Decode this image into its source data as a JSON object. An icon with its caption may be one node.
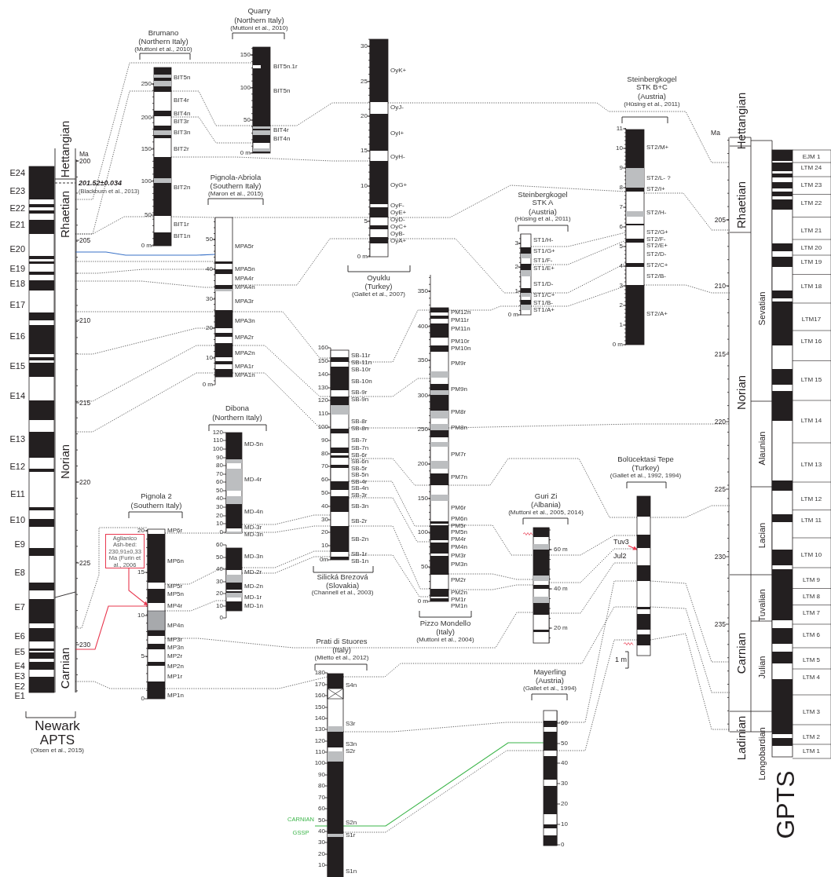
{
  "diagram": {
    "nodes": [
      {
        "text": [
          "Newark APTS",
          "(Olsen et al., 2015)"
        ]
      },
      {
        "text": [
          "Brumano",
          "(Northern Italy)",
          "(Muttoni et al., 2010)"
        ]
      },
      {
        "text": [
          "Quarry",
          "(Northern Italy)",
          "(Muttoni et al., 2010)"
        ]
      },
      {
        "text": [
          "Oyuklu",
          "(Turkey)",
          "(Gallet et al., 2007)"
        ]
      },
      {
        "text": [
          "Pignola-Abriola",
          "(Southern Italy)",
          "(Maron et al., 2015)"
        ]
      },
      {
        "text": [
          "Dibona",
          "(Northern Italy)"
        ]
      },
      {
        "text": [],
        "shape": "bar"
      },
      {
        "text": [
          "Pignola 2",
          "(Southern Italy)"
        ]
      },
      {
        "text": [
          "Silická Brezová",
          "(Slovakia)",
          "(Channell et al., 2003)"
        ]
      },
      {
        "text": [
          "Pizzo Mondello",
          "(Italy)",
          "(Muttoni et al., 2004)"
        ]
      },
      {
        "text": [
          "Steinbergkogel STK A",
          "(Austria)",
          "(Hüsing et al., 2011)"
        ]
      },
      {
        "text": [
          "Steinbergkogel STK B+C",
          "(Austria)",
          "(Hüsing et al., 2011)"
        ]
      },
      {
        "text": [
          "Guri Zi",
          "(Albania)",
          "(Muttoni et al., 2005, 2014)"
        ]
      },
      {
        "text": [
          "Bolücektasi Tepe",
          "(Turkey)",
          "(Gallet et al., 1992, 1994)"
        ]
      },
      {
        "text": [
          "Prati di Stuores",
          "(Italy)",
          "(Mietto et al., 2012)"
        ]
      },
      {
        "text": [
          "Mayerling",
          "(Austria)",
          "(Gallet et al., 1994)"
        ]
      },
      {
        "text": [
          "GPTS"
        ]
      },
      {
        "text": [
          "Aglianico Ash-bed: 230,91±0,33 Ma (Furin et al., 2006"
        ]
      },
      {
        "text": [
          "Tuv3"
        ]
      }
    ],
    "edges": [
      {
        "from": 0,
        "to": 2,
        "arrow": "none",
        "style": "dashed"
      },
      {
        "from": 0,
        "to": 1,
        "arrow": "none",
        "style": "dashed"
      },
      {
        "from": 1,
        "to": 2,
        "arrow": "none",
        "style": "dashed"
      },
      {
        "from": 2,
        "to": 3,
        "arrow": "none",
        "style": "dashed"
      },
      {
        "from": 3,
        "to": 16,
        "arrow": "none",
        "style": "dashed"
      },
      {
        "from": 1,
        "to": 2,
        "arrow": "none",
        "style": "dashed"
      },
      {
        "from": 1,
        "to": 3,
        "arrow": "none",
        "style": "dashed"
      },
      {
        "from": 0,
        "to": 1,
        "arrow": "none",
        "style": "dashed"
      },
      {
        "from": 1,
        "to": 4,
        "arrow": "none",
        "style": "dashed"
      },
      {
        "from": 4,
        "to": 3,
        "arrow": "none",
        "style": "dashed"
      },
      {
        "from": 3,
        "to": 11,
        "arrow": "none",
        "style": "dashed"
      },
      {
        "from": 11,
        "to": 16,
        "arrow": "none",
        "style": "dashed"
      },
      {
        "from": 0,
        "to": 4,
        "arrow": "none",
        "style": "dashed"
      },
      {
        "from": 0,
        "to": 4,
        "arrow": "none",
        "style": "dashed"
      },
      {
        "from": 0,
        "to": 4,
        "arrow": "none",
        "style": "dashed"
      },
      {
        "from": 4,
        "to": 3,
        "arrow": "none",
        "style": "dashed"
      },
      {
        "from": 3,
        "to": 10,
        "arrow": "none",
        "style": "dashed"
      },
      {
        "from": 10,
        "to": 11,
        "arrow": "none",
        "style": "dashed"
      },
      {
        "from": 10,
        "to": 11,
        "arrow": "none",
        "style": "dashed"
      },
      {
        "from": 10,
        "to": 11,
        "arrow": "none",
        "style": "dashed"
      },
      {
        "from": 10,
        "to": 11,
        "arrow": "none",
        "style": "dashed"
      },
      {
        "from": 11,
        "to": 16,
        "arrow": "none",
        "style": "dashed"
      },
      {
        "from": 9,
        "to": 10,
        "arrow": "none",
        "style": "dashed"
      },
      {
        "from": 0,
        "to": 4,
        "arrow": "none",
        "style": "dashed"
      },
      {
        "from": 4,
        "to": 8,
        "arrow": "none",
        "style": "dashed"
      },
      {
        "from": 8,
        "to": 9,
        "arrow": "none",
        "style": "dashed"
      },
      {
        "from": 0,
        "to": 4,
        "arrow": "none",
        "style": "dashed"
      },
      {
        "from": 0,
        "to": 4,
        "arrow": "none",
        "style": "dashed"
      },
      {
        "from": 4,
        "to": 8,
        "arrow": "none",
        "style": "dashed"
      },
      {
        "from": 8,
        "to": 9,
        "arrow": "none",
        "style": "dashed"
      },
      {
        "from": 0,
        "to": 4,
        "arrow": "none",
        "style": "dashed"
      },
      {
        "from": 4,
        "to": 8,
        "arrow": "none",
        "style": "dashed"
      },
      {
        "from": 8,
        "to": 9,
        "arrow": "none",
        "style": "dashed"
      },
      {
        "from": 9,
        "to": 16,
        "arrow": "none",
        "style": "dashed"
      },
      {
        "from": 5,
        "to": 8,
        "arrow": "none",
        "style": "dashed"
      },
      {
        "from": 5,
        "to": 8,
        "arrow": "none",
        "style": "dashed"
      },
      {
        "from": 6,
        "to": 8,
        "arrow": "none",
        "style": "dashed"
      },
      {
        "from": 6,
        "to": 8,
        "arrow": "none",
        "style": "dashed"
      },
      {
        "from": 7,
        "to": 6,
        "arrow": "none",
        "style": "dashed"
      },
      {
        "from": 7,
        "to": 6,
        "arrow": "none",
        "style": "dashed"
      },
      {
        "from": 0,
        "to": 7,
        "arrow": "none",
        "style": "dashed"
      },
      {
        "from": 7,
        "to": 5,
        "arrow": "none",
        "style": "dashed"
      },
      {
        "from": 0,
        "to": 7,
        "arrow": "none",
        "style": "dashed"
      },
      {
        "from": 7,
        "to": 14,
        "arrow": "none",
        "style": "dashed"
      },
      {
        "from": 14,
        "to": 13,
        "arrow": "none",
        "style": "dashed"
      },
      {
        "from": 7,
        "to": 12,
        "arrow": "none",
        "style": "dashed"
      },
      {
        "from": 8,
        "to": 9,
        "arrow": "none",
        "style": "dashed"
      },
      {
        "from": 9,
        "to": 13,
        "arrow": "none",
        "style": "dashed"
      },
      {
        "from": 13,
        "to": 16,
        "arrow": "none",
        "style": "dashed"
      },
      {
        "from": 8,
        "to": 9,
        "arrow": "none",
        "style": "dashed"
      },
      {
        "from": 8,
        "to": 9,
        "arrow": "none",
        "style": "dashed"
      },
      {
        "from": 8,
        "to": 9,
        "arrow": "none",
        "style": "dashed"
      },
      {
        "from": 8,
        "to": 9,
        "arrow": "none",
        "style": "dashed"
      },
      {
        "from": 9,
        "to": 12,
        "arrow": "none",
        "style": "dashed"
      },
      {
        "from": 12,
        "to": 13,
        "arrow": "none",
        "style": "dashed"
      },
      {
        "from": 9,
        "to": 12,
        "arrow": "none",
        "style": "dashed"
      },
      {
        "from": 12,
        "to": 13,
        "arrow": "none",
        "style": "dashed"
      },
      {
        "from": 9,
        "to": 12,
        "arrow": "none",
        "style": "dashed"
      },
      {
        "from": 12,
        "to": 13,
        "arrow": "none",
        "style": "dashed"
      },
      {
        "from": 14,
        "to": 15,
        "arrow": "none",
        "style": "dashed"
      },
      {
        "from": 15,
        "to": 13,
        "arrow": "none",
        "style": "dashed"
      },
      {
        "from": 13,
        "to": 16,
        "arrow": "none",
        "style": "dashed"
      },
      {
        "from": 13,
        "to": 16,
        "arrow": "none",
        "style": "dashed"
      },
      {
        "from": 14,
        "to": 15,
        "arrow": "none",
        "style": "dashed"
      },
      {
        "from": 15,
        "to": 13,
        "arrow": "none",
        "style": "dashed"
      },
      {
        "from": 13,
        "to": 16,
        "arrow": "none",
        "style": "dashed"
      },
      {
        "from": 0,
        "to": 4,
        "arrow": "none",
        "color": "#3b73c8"
      },
      {
        "from": 0,
        "to": 7,
        "arrow": "none",
        "color": "#e8384f"
      },
      {
        "from": 14,
        "to": 15,
        "arrow": "none",
        "color": "#3cb54a"
      },
      {
        "from": 17,
        "to": 7,
        "arrow": "to",
        "color": "#e8384f"
      },
      {
        "from": 18,
        "to": 13,
        "arrow": "to",
        "color": "#e8384f"
      }
    ],
    "labels": [
      "E24",
      "E23",
      "E22",
      "E21",
      "E20",
      "E19",
      "E18",
      "E17",
      "E16",
      "E15",
      "E14",
      "E13",
      "E12",
      "E11",
      "E10",
      "E9",
      "E8",
      "E7",
      "E6",
      "E5",
      "E4",
      "E3",
      "E2",
      "E1",
      "Hettangian",
      "Rhaetian",
      "Norian",
      "Carnian",
      "Ma",
      "200",
      "205",
      "210",
      "215",
      "220",
      "225",
      "230",
      "201.52±0.034",
      "(Blackburn et al., 2013)",
      "250",
      "200",
      "150",
      "100",
      "50",
      "0 m",
      "BIT5n",
      "BIT4r",
      "BIT4n",
      "BIT3r",
      "BIT3n",
      "BIT2r",
      "BIT2n",
      "BIT1r",
      "BIT1n",
      "150",
      "100",
      "50",
      "0 m",
      "BIT5n.1r",
      "BIT5n",
      "BIT4r",
      "BIT4n",
      "30",
      "25",
      "20",
      "15",
      "10",
      "5",
      "0 m",
      "OyK+",
      "OyJ-",
      "OyI+",
      "OyH-",
      "OyG+",
      "OyF-",
      "OyE+",
      "OyD-",
      "OyC+",
      "OyB-",
      "OyA+",
      "50",
      "40",
      "30",
      "20",
      "10",
      "0 m",
      "MPA5r",
      "MPA5n",
      "MPA4r",
      "MPA4n",
      "MPA3r",
      "MPA3n",
      "MPA2r",
      "MPA2n",
      "MPA1r",
      "MPA1n",
      "120",
      "110",
      "100",
      "90",
      "80",
      "70",
      "60",
      "50",
      "40",
      "30",
      "20",
      "10",
      "0",
      "MD-5n",
      "MD-4r",
      "MD-4n",
      "MD-3r",
      "MD-3n",
      "60",
      "50",
      "40",
      "30",
      "20",
      "10",
      "0",
      "MD-3n",
      "MD-2r",
      "MD-2n",
      "MD-1r",
      "MD-1n",
      "20",
      "15",
      "10",
      "5",
      "0",
      "MP6r",
      "MP6n",
      "MP5r",
      "MP5n",
      "MP4r",
      "MP4n",
      "MP3r",
      "MP3n",
      "MP2r",
      "MP2n",
      "MP1r",
      "MP1n",
      "160",
      "150",
      "140",
      "130",
      "120",
      "110",
      "100",
      "90",
      "80",
      "70",
      "60",
      "50",
      "40",
      "30",
      "20",
      "10",
      "0m",
      "SB-11r",
      "SB-11n",
      "SB-10r",
      "SB-10n",
      "SB-9r",
      "SB-9n",
      "SB-8r",
      "SB-8n",
      "SB-7r",
      "SB-7n",
      "SB-6r",
      "SB-6n",
      "SB-5r",
      "SB-5n",
      "SB-4r",
      "SB-4n",
      "SB-3r",
      "SB-3n",
      "SB-2r",
      "SB-2n",
      "SB-1r",
      "SB-1n",
      "350",
      "400",
      "350",
      "300",
      "250",
      "200",
      "150",
      "100",
      "50",
      "0 m",
      "PM12n",
      "PM11r",
      "PM11n",
      "PM10r",
      "PM10n",
      "PM9r",
      "PM9n",
      "PM8r",
      "PM8n",
      "PM7r",
      "PM7n",
      "PM6r",
      "PM6n",
      "PM5r",
      "PM5n",
      "PM4r",
      "PM4n",
      "PM3r",
      "PM3n",
      "PM2r",
      "PM2n",
      "PM1r",
      "PM1n",
      "3",
      "2",
      "1",
      "0 m",
      "ST1/H-",
      "ST1/G+",
      "ST1/F-",
      "ST1/E+",
      "ST1/D-",
      "ST1/C+",
      "ST1/B-",
      "ST1/A+",
      "11",
      "10",
      "9",
      "8",
      "7",
      "6",
      "5",
      "4",
      "3",
      "2",
      "1",
      "0 m",
      "ST2/M+",
      "ST2/L- ?",
      "ST2/I+",
      "ST2/H-",
      "ST2/G+",
      "ST2/F-",
      "ST2/E+",
      "ST2/D-",
      "ST2/C+",
      "ST2/B-",
      "ST2/A+",
      "60 m",
      "40 m",
      "20 m",
      "Jul2",
      "1 m",
      "180",
      "170",
      "160",
      "150",
      "140",
      "130",
      "120",
      "110",
      "100",
      "90",
      "80",
      "70",
      "60",
      "50",
      "40",
      "30",
      "20",
      "10",
      "S4n",
      "S3r",
      "S3n",
      "S2r",
      "S2n",
      "S1r",
      "S1n",
      "CARNIAN",
      "GSSP",
      "60",
      "50",
      "40",
      "30",
      "20",
      "10",
      "0",
      "Ma",
      "205",
      "210",
      "215",
      "220",
      "225",
      "230",
      "235",
      "Hettangian",
      "Rhaetian",
      "Norian",
      "Carnian",
      "Ladinian",
      "Sevatian",
      "Alaunian",
      "Lacian",
      "Tuvalian",
      "Julian",
      "Longobardian",
      "EJM 1",
      "LTM 24",
      "LTM 23",
      "LTM 22",
      "LTM 21",
      "LTM 20",
      "LTM 19",
      "LTM 18",
      "LTM17",
      "LTM 16",
      "LTM 15",
      "LTM 14",
      "LTM 13",
      "LTM 12",
      "LTM 11",
      "LTM 10",
      "LTM 9",
      "LTM 8",
      "LTM 7",
      "LTM 6",
      "LTM 5",
      "LTM 4",
      "LTM 3",
      "LTM 2",
      "LTM 1"
    ]
  }
}
